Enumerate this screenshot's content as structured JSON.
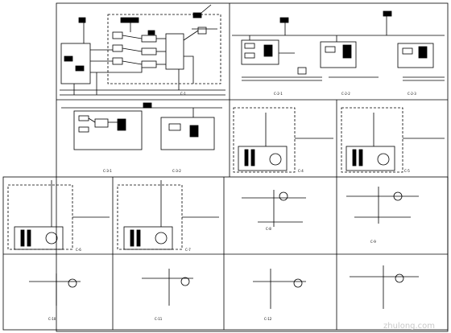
{
  "drawing": {
    "panels": [
      {
        "id": "c1",
        "label": "C-1",
        "caption_text": ""
      },
      {
        "id": "c21",
        "label": "C-2-1",
        "caption_text": ""
      },
      {
        "id": "c22",
        "label": "C-2-2",
        "caption_text": ""
      },
      {
        "id": "c23",
        "label": "C-2-3",
        "caption_text": ""
      },
      {
        "id": "c31",
        "label": "C-3-1",
        "caption_text": ""
      },
      {
        "id": "c32",
        "label": "C-3-2",
        "caption_text": ""
      },
      {
        "id": "c4",
        "label": "C-4",
        "caption_text": ""
      },
      {
        "id": "c5",
        "label": "C-5",
        "caption_text": ""
      },
      {
        "id": "c6",
        "label": "C-6",
        "caption_text": ""
      },
      {
        "id": "c7",
        "label": "C-7",
        "caption_text": ""
      },
      {
        "id": "c8",
        "label": "C-8",
        "caption_text": ""
      },
      {
        "id": "c9",
        "label": "C-9",
        "caption_text": ""
      },
      {
        "id": "c10",
        "label": "C-10",
        "caption_text": ""
      },
      {
        "id": "c11",
        "label": "C-11",
        "caption_text": ""
      },
      {
        "id": "c12",
        "label": "C-12",
        "caption_text": ""
      }
    ],
    "watermark": "zhulong.com",
    "line_color": "#000000",
    "watermark_color": "#c9c9c9"
  }
}
